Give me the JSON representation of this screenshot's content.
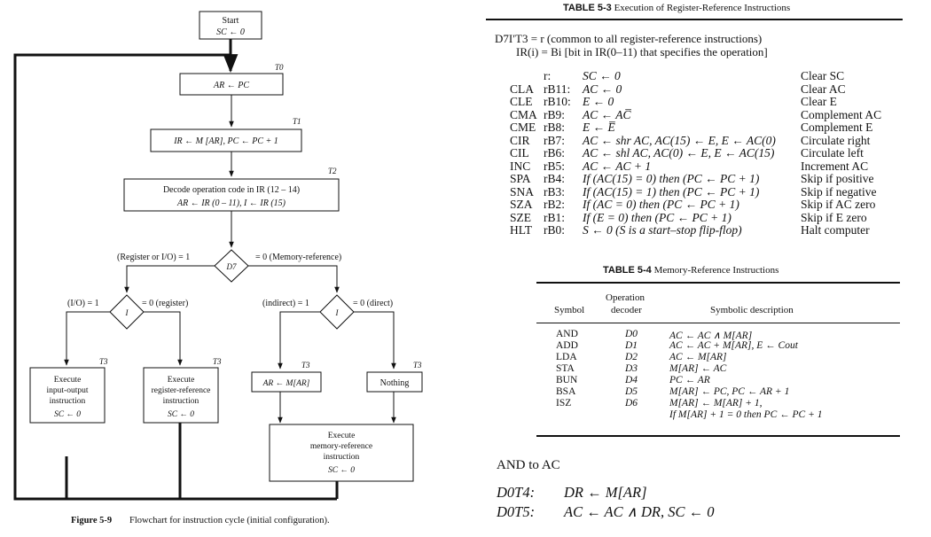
{
  "flowchart": {
    "start": [
      "Start",
      "SC ← 0"
    ],
    "ar_pc": "AR ← PC",
    "ir_fetch": "IR ← M [AR],  PC ← PC + 1",
    "decode": [
      "Decode operation code in IR (12 – 14)",
      "AR ← IR (0 – 11),  I ← IR (15)"
    ],
    "d7": "D7",
    "d7_left": "(Register or I/O)  = 1",
    "d7_right": "= 0  (Memory-reference)",
    "i_left": "I",
    "i_left_one": "(I/O)  = 1",
    "i_left_zero": "= 0  (register)",
    "i_right": "I",
    "i_right_one": "(indirect)  = 1",
    "i_right_zero": "= 0  (direct)",
    "io_box": [
      "Execute",
      "input-output",
      "instruction",
      "SC ← 0"
    ],
    "reg_box": [
      "Execute",
      "register-reference",
      "instruction",
      "SC ← 0"
    ],
    "ind_box": "AR ← M[AR]",
    "nothing_box": "Nothing",
    "mem_box": [
      "Execute",
      "memory-reference",
      "instruction",
      "SC ← 0"
    ],
    "timing": {
      "t0": "T0",
      "t1": "T1",
      "t2": "T2",
      "t3": "T3"
    },
    "caption_label": "Figure 5-9",
    "caption_text": "Flowchart for instruction cycle (initial configuration)."
  },
  "table53": {
    "label": "TABLE 5-3",
    "title": "Execution of Register-Reference Instructions",
    "header_line1": "D7I′T3 = r (common to all register-reference instructions)",
    "header_line2": "IR(i) = Bi [bit in IR(0–11) that specifies the operation]",
    "rows": [
      {
        "sym": "",
        "rb": "r:",
        "op": "SC ← 0",
        "desc": "Clear SC"
      },
      {
        "sym": "CLA",
        "rb": "rB11:",
        "op": "AC ← 0",
        "desc": "Clear AC"
      },
      {
        "sym": "CLE",
        "rb": "rB10:",
        "op": "E ← 0",
        "desc": "Clear E"
      },
      {
        "sym": "CMA",
        "rb": "rB9:",
        "op": "AC ← AC̅",
        "desc": "Complement AC"
      },
      {
        "sym": "CME",
        "rb": "rB8:",
        "op": "E ← E̅",
        "desc": "Complement E"
      },
      {
        "sym": "CIR",
        "rb": "rB7:",
        "op": "AC ← shr AC, AC(15) ← E, E ← AC(0)",
        "desc": "Circulate right"
      },
      {
        "sym": "CIL",
        "rb": "rB6:",
        "op": "AC ← shl AC, AC(0) ← E, E ← AC(15)",
        "desc": "Circulate left"
      },
      {
        "sym": "INC",
        "rb": "rB5:",
        "op": "AC ← AC + 1",
        "desc": "Increment AC"
      },
      {
        "sym": "SPA",
        "rb": "rB4:",
        "op": "If (AC(15) = 0) then (PC ← PC + 1)",
        "desc": "Skip if positive"
      },
      {
        "sym": "SNA",
        "rb": "rB3:",
        "op": "If (AC(15) = 1) then (PC ← PC + 1)",
        "desc": "Skip if negative"
      },
      {
        "sym": "SZA",
        "rb": "rB2:",
        "op": "If (AC = 0) then (PC ← PC + 1)",
        "desc": "Skip if AC zero"
      },
      {
        "sym": "SZE",
        "rb": "rB1:",
        "op": "If (E = 0) then (PC ← PC + 1)",
        "desc": "Skip if E zero"
      },
      {
        "sym": "HLT",
        "rb": "rB0:",
        "op": "S ← 0 (S is a start–stop flip-flop)",
        "desc": "Halt computer"
      }
    ]
  },
  "table54": {
    "label": "TABLE 5-4",
    "title": "Memory-Reference Instructions",
    "col_symbol": "Symbol",
    "col_decoder_1": "Operation",
    "col_decoder_2": "decoder",
    "col_desc": "Symbolic description",
    "rows": [
      {
        "sym": "AND",
        "dec": "D0",
        "desc": "AC ← AC ∧ M[AR]"
      },
      {
        "sym": "ADD",
        "dec": "D1",
        "desc": "AC ← AC + M[AR],   E ← Cout"
      },
      {
        "sym": "LDA",
        "dec": "D2",
        "desc": "AC ← M[AR]"
      },
      {
        "sym": "STA",
        "dec": "D3",
        "desc": "M[AR] ← AC"
      },
      {
        "sym": "BUN",
        "dec": "D4",
        "desc": "PC ← AR"
      },
      {
        "sym": "BSA",
        "dec": "D5",
        "desc": "M[AR] ← PC,   PC ← AR + 1"
      },
      {
        "sym": "ISZ",
        "dec": "D6",
        "desc": "M[AR] ← M[AR] + 1,"
      },
      {
        "sym": "",
        "dec": "",
        "desc": "If M[AR] + 1 = 0 then PC ← PC + 1"
      }
    ]
  },
  "and_section": {
    "title": "AND to AC",
    "lines": [
      {
        "label": "D0T4:",
        "text": "DR ← M[AR]"
      },
      {
        "label": "D0T5:",
        "text": "AC ← AC ∧ DR,   SC ← 0"
      }
    ]
  }
}
